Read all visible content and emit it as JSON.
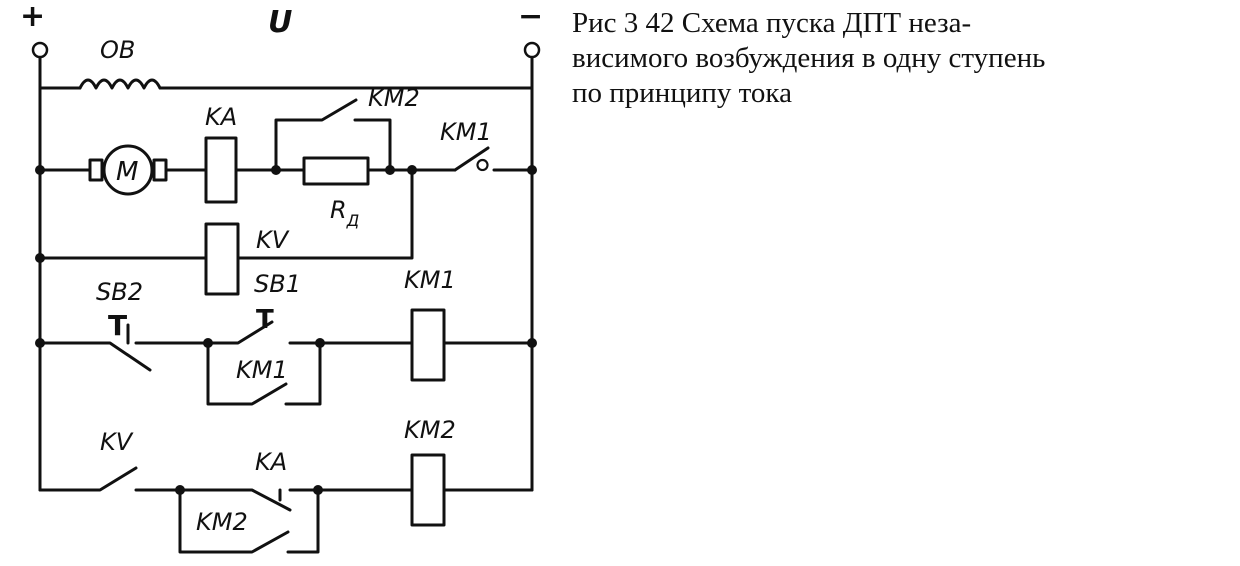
{
  "caption": {
    "lines": [
      "Рис  3 42  Схема пуска ДПТ неза-",
      "висимого возбуждения в одну ступень",
      "по принципу тока"
    ]
  },
  "labels": {
    "plus": "+",
    "minus": "−",
    "voltage": "U",
    "field_winding": "ОВ",
    "motor": "M",
    "current_relay": "KA",
    "contactor2_contact": "KM2",
    "contactor1_main_contact": "KM1",
    "resistor": "R",
    "resistor_sub": "Д",
    "voltage_relay": "KV",
    "stop_button": "SB2",
    "start_button": "SB1",
    "contactor1_coil": "KM1",
    "contactor1_seal_contact": "KM1",
    "kv_contact": "KV",
    "ka_contact": "KA",
    "contactor2_coil": "KM2",
    "contactor2_seal_contact": "KM2",
    "button_glyph": "T"
  }
}
